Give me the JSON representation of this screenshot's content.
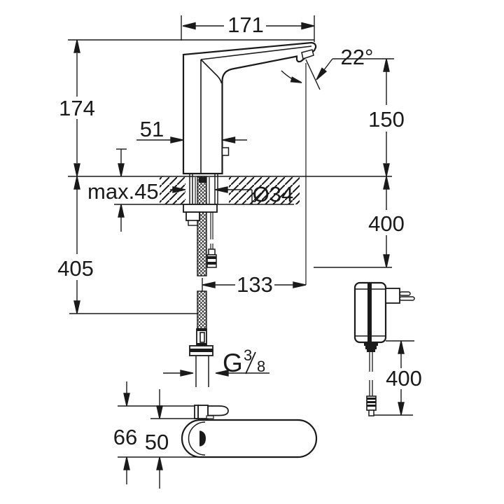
{
  "drawing_type": "faucet-installation-dimension-drawing",
  "colors": {
    "line": "#1a1a1a",
    "background": "#ffffff"
  },
  "dimensions": {
    "spout_projection": "171",
    "spray_angle": "22°",
    "spout_height": "174",
    "body_depth": "51",
    "outlet_clearance": "150",
    "deck_thickness": "max.45",
    "hole_diameter": "Ø34",
    "supply_hose_drop": "400",
    "mounting_depth": "405",
    "outlet_offset": "133",
    "thread": {
      "g": "G",
      "numerator": "3",
      "denominator": "8"
    },
    "power_cable_drop": "400",
    "base_length_total": "66",
    "base_length_body": "50"
  }
}
